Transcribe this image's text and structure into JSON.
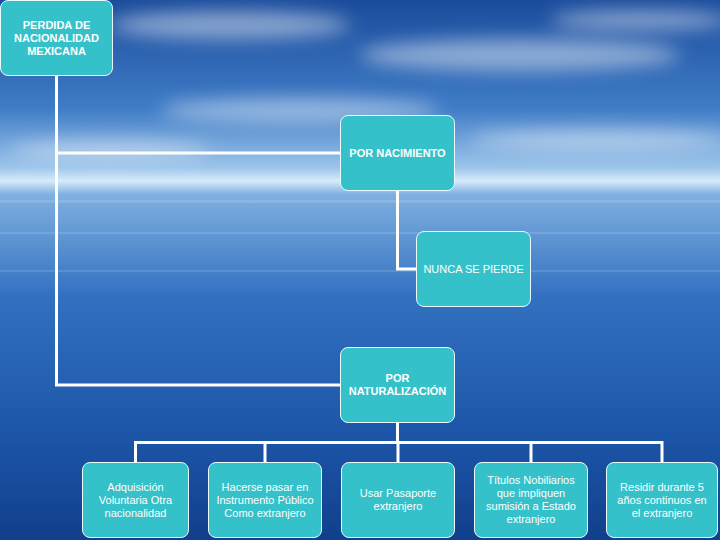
{
  "diagram": {
    "nodes": [
      {
        "text": [
          "PERDIDA DE NACIONALIDAD MEXICANA"
        ]
      },
      {
        "text": [
          "POR NACIMIENTO"
        ]
      },
      {
        "text": [
          "NUNCA SE PIERDE"
        ]
      },
      {
        "text": [
          "POR NATURALIZACIÓN"
        ]
      },
      {
        "text": [
          "Adquisición Voluntaria Otra nacionalidad"
        ]
      },
      {
        "text": [
          "Hacerse pasar en Instrumento Público Como extranjero"
        ]
      },
      {
        "text": [
          "Usar Pasaporte extranjero"
        ]
      },
      {
        "text": [
          "Títulos Nobiliarios que impliquen sumisión a Estado extranjero"
        ]
      },
      {
        "text": [
          "Residir durante 5 años continuos en el extranjero"
        ]
      }
    ],
    "edges": [
      {
        "from": 0,
        "to": 1,
        "arrow": "none"
      },
      {
        "from": 0,
        "to": 3,
        "arrow": "none"
      },
      {
        "from": 1,
        "to": 2,
        "arrow": "none"
      },
      {
        "from": 3,
        "to": 4,
        "arrow": "none"
      },
      {
        "from": 3,
        "to": 5,
        "arrow": "none"
      },
      {
        "from": 3,
        "to": 6,
        "arrow": "none"
      },
      {
        "from": 3,
        "to": 7,
        "arrow": "none"
      },
      {
        "from": 3,
        "to": 8,
        "arrow": "none"
      }
    ]
  }
}
